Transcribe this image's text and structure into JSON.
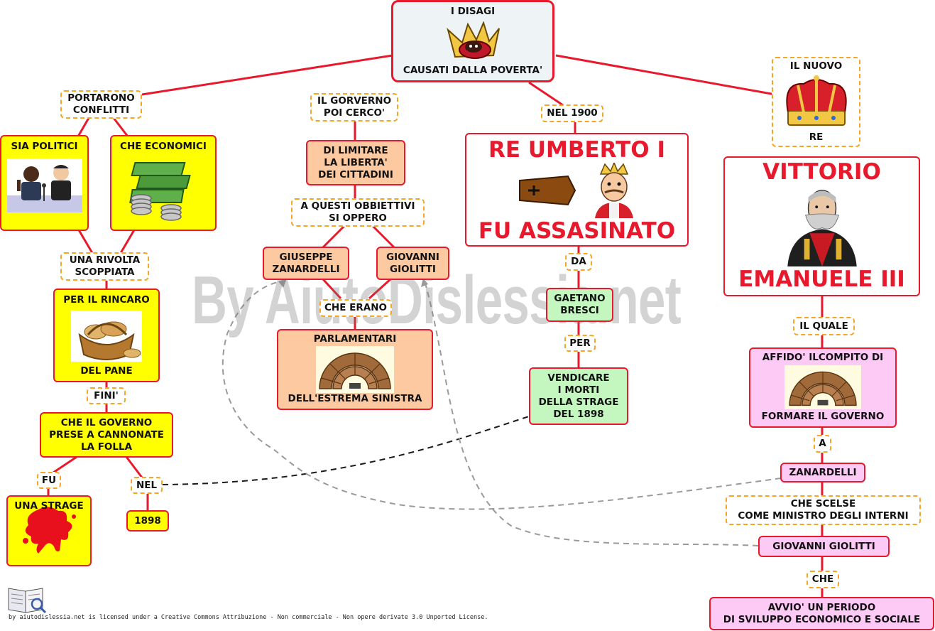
{
  "root": {
    "top": "I DISAGI",
    "bottom": "CAUSATI DALLA POVERTA'"
  },
  "left": {
    "link_conflicts": "PORTARONO\nCONFLITTI",
    "political": "SIA POLITICI",
    "economic": "CHE ECONOMICI",
    "link_revolt": "UNA RIVOLTA\nSCOPPIATA",
    "bread_top": "PER IL RINCARO",
    "bread_bottom": "DEL PANE",
    "link_ended": "FINI'",
    "cannons": "CHE IL GOVERNO\nPRESE A CANNONATE\nLA FOLLA",
    "link_was": "FU",
    "massacre": "UNA STRAGE",
    "link_in": "NEL",
    "year": "1898"
  },
  "center": {
    "link_tried": "IL GORVERNO\nPOI CERCO'",
    "limit": "DI LIMITARE\nLA LIBERTA'\nDEI CITTADINI",
    "link_opposed": "A QUESTI OBBIETTIVI\nSI OPPERO",
    "zanardelli": "GIUSEPPE\nZANARDELLI",
    "giolitti": "GIOVANNI\nGIOLITTI",
    "link_were": "CHE ERANO",
    "parl_top": "PARLAMENTARI",
    "parl_bottom": "DELL'ESTREMA SINISTRA"
  },
  "umberto": {
    "link_year": "NEL 1900",
    "title": "RE UMBERTO I",
    "subtitle": "FU ASSASINATO",
    "link_by": "DA",
    "bresci": "GAETANO\nBRESCI",
    "link_for": "PER",
    "avenge": "VENDICARE\nI MORTI\nDELLA STRAGE\nDEL 1898"
  },
  "vittorio": {
    "new_top": "IL NUOVO",
    "new_bottom": "RE",
    "title": "VITTORIO",
    "subtitle": "EMANUELE III",
    "link_who": "IL QUALE",
    "task_top": "AFFIDO' ILCOMPITO DI",
    "task_bottom": "FORMARE IL GOVERNO",
    "link_to": "A",
    "zanardelli": "ZANARDELLI",
    "link_chose": "CHE SCELSE\nCOME MINISTRO DEGLI INTERNI",
    "giolitti": "GIOVANNI GIOLITTI",
    "link_that": "CHE",
    "period": "AVVIO' UN PERIODO\nDI SVILUPPO ECONOMICO E SOCIALE"
  },
  "watermark": "By AiutoDislessia.net",
  "footer": "by aiutodislessia.net is licensed under a Creative Commons Attribuzione - Non commerciale - Non opere derivate 3.0 Unported License.",
  "colors": {
    "line": "#e8192c",
    "link_border": "#f5a623",
    "yellow": "#ffff00",
    "orange": "#fcc9a0",
    "green": "#c4f7c0",
    "pink": "#fdc9f5"
  }
}
